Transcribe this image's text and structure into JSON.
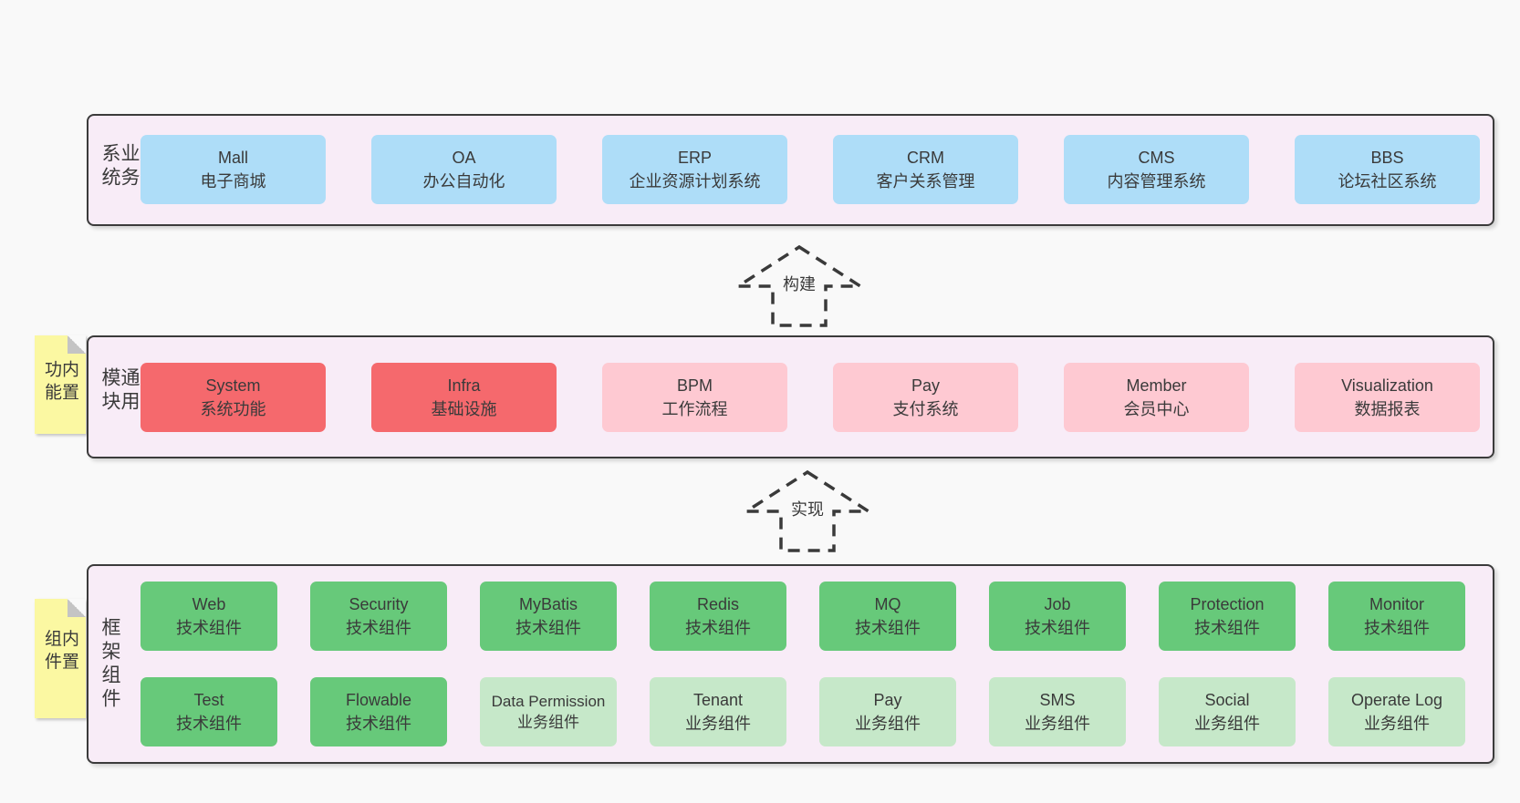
{
  "colors": {
    "page_bg": "#f9f9f9",
    "band_bg": "#f8ecf7",
    "band_border": "#3b3b3b",
    "blue": "#aeddf8",
    "red": "#f5696d",
    "pink": "#fec9d2",
    "green_dark": "#67c97a",
    "green_light": "#c6e8c9",
    "sticky_yellow": "#fbf8a2",
    "sticky_fold": "#c4c4c4",
    "text": "#3a3a3a"
  },
  "arrows": [
    {
      "label": "构建"
    },
    {
      "label": "实现"
    }
  ],
  "bands": [
    {
      "label": "业务系统",
      "boxes": [
        {
          "en": "Mall",
          "zh": "电子商城"
        },
        {
          "en": "OA",
          "zh": "办公自动化"
        },
        {
          "en": "ERP",
          "zh": "企业资源计划系统"
        },
        {
          "en": "CRM",
          "zh": "客户关系管理"
        },
        {
          "en": "CMS",
          "zh": "内容管理系统"
        },
        {
          "en": "BBS",
          "zh": "论坛社区系统"
        }
      ]
    },
    {
      "label": "通用模块",
      "sticky": "内置功能",
      "boxes": [
        {
          "en": "System",
          "zh": "系统功能",
          "variant": "red"
        },
        {
          "en": "Infra",
          "zh": "基础设施",
          "variant": "red"
        },
        {
          "en": "BPM",
          "zh": "工作流程",
          "variant": "pink"
        },
        {
          "en": "Pay",
          "zh": "支付系统",
          "variant": "pink"
        },
        {
          "en": "Member",
          "zh": "会员中心",
          "variant": "pink"
        },
        {
          "en": "Visualization",
          "zh": "数据报表",
          "variant": "pink"
        }
      ]
    },
    {
      "label": "框架组件",
      "sticky": "内置组件",
      "rows": [
        [
          {
            "en": "Web",
            "zh": "技术组件",
            "variant": "green-dark"
          },
          {
            "en": "Security",
            "zh": "技术组件",
            "variant": "green-dark"
          },
          {
            "en": "MyBatis",
            "zh": "技术组件",
            "variant": "green-dark"
          },
          {
            "en": "Redis",
            "zh": "技术组件",
            "variant": "green-dark"
          },
          {
            "en": "MQ",
            "zh": "技术组件",
            "variant": "green-dark"
          },
          {
            "en": "Job",
            "zh": "技术组件",
            "variant": "green-dark"
          },
          {
            "en": "Protection",
            "zh": "技术组件",
            "variant": "green-dark"
          },
          {
            "en": "Monitor",
            "zh": "技术组件",
            "variant": "green-dark"
          }
        ],
        [
          {
            "en": "Test",
            "zh": "技术组件",
            "variant": "green-dark"
          },
          {
            "en": "Flowable",
            "zh": "技术组件",
            "variant": "green-dark"
          },
          {
            "en": "Data Permission",
            "zh": "业务组件",
            "variant": "green-light"
          },
          {
            "en": "Tenant",
            "zh": "业务组件",
            "variant": "green-light"
          },
          {
            "en": "Pay",
            "zh": "业务组件",
            "variant": "green-light"
          },
          {
            "en": "SMS",
            "zh": "业务组件",
            "variant": "green-light"
          },
          {
            "en": "Social",
            "zh": "业务组件",
            "variant": "green-light"
          },
          {
            "en": "Operate Log",
            "zh": "业务组件",
            "variant": "green-light"
          }
        ]
      ]
    }
  ]
}
